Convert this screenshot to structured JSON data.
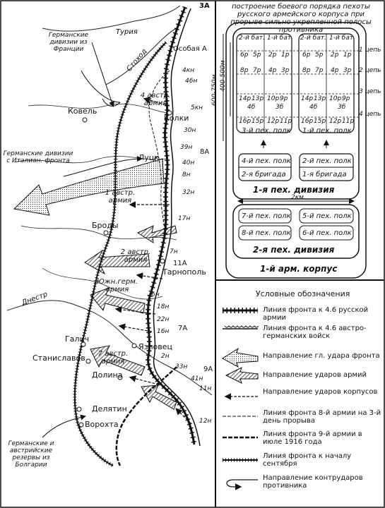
{
  "map_labels": {
    "army_3a": "3А",
    "army_special": "Особая А",
    "army_8a": "8А",
    "army_11a": "11А",
    "army_7a": "7А",
    "army_9a": "9А",
    "corps": [
      "4кн",
      "46н",
      "5кн",
      "30н",
      "39н",
      "40н",
      "8н",
      "32н",
      "17н",
      "7н",
      "6н",
      "18н",
      "22н",
      "16н",
      "2н",
      "33н",
      "41н",
      "11н",
      "12н"
    ],
    "kolki": "Колки",
    "kovel": "Ковель",
    "lutsk": "Луцк",
    "brody": "Броды",
    "ternopol": "Тарнополь",
    "galich": "Галич",
    "stanislavov": "Станиславов",
    "yazlovets": "Язловец",
    "dolina": "Долина",
    "delyatin": "Делятин",
    "varokhta": "Ворохта",
    "turiya": "Турия",
    "stokhod": "Стоход",
    "dnestr": "Днестр",
    "de_france": "Германские дивизии из Франции",
    "de_italy": "Германские дивизии с Италиан. фронта",
    "de_bulgaria": "Германские и австрийские резервы из Болгарии",
    "aa4": "4 австр. армия",
    "aa1": "1 австр. армия",
    "aa2": "2 австр. армия",
    "south": "Южн.герм. армия",
    "aa7": "7 австр. армия"
  },
  "formation": {
    "title": "построение боевого порядка пехоты русского армейского корпуса при прорыве сильно укрепленной полосы противника",
    "depth_label": "600-750м",
    "depth_label2": "400-500м",
    "width_label": "2км",
    "battalions": [
      "2-й бат.",
      "1-й бат.",
      "2-й бат.",
      "1-й бат."
    ],
    "companies_row1": [
      "6р",
      "5р",
      "2р",
      "1р",
      "6р",
      "5р",
      "2р",
      "1р"
    ],
    "companies_row2": [
      "8р",
      "7р",
      "4р",
      "3р",
      "8р",
      "7р",
      "4р",
      "3р"
    ],
    "companies_row3": [
      "14р",
      "13р",
      "10р",
      "9р",
      "14р",
      "13р",
      "10р",
      "9р"
    ],
    "battalions_b": [
      "4б",
      "3б",
      "4б",
      "3б"
    ],
    "companies_row4": [
      "16р",
      "15р",
      "12р",
      "11р",
      "16р",
      "15р",
      "12р",
      "11р"
    ],
    "chains": [
      "1 цепь",
      "2 цепь",
      "3 цепь",
      "4 цепь"
    ],
    "regiment_3": "3-й пех. полк",
    "regiment_1": "1-й пех. полк",
    "regiment_4": "4-й пех. полк",
    "regiment_2": "2-й пех. полк",
    "brigade_2": "2-я бригада",
    "brigade_1": "1-я бригада",
    "division_1": "1-я пех. дивизия",
    "regiment_7": "7-й пех. полк",
    "regiment_5": "5-й пех. полк",
    "regiment_8": "8-й пех. полк",
    "regiment_6": "6-й пех. полк",
    "division_2": "2-я пех. дивизия",
    "corps": "1-й арм. корпус"
  },
  "legend": {
    "title": "Условные обозначения",
    "items": [
      "Линия фронта к 4.6 русской армии",
      "Линия фронта к 4.6 австро-германских войск",
      "Направление гл. удара фронта",
      "Направление ударов армий",
      "Направление ударов корпусов",
      "Линия фронта 8-й армии на 3-й день прорыва",
      "Линия фронта 9-й армии в июле 1916 года",
      "Линия фронта к началу сентября",
      "Направление контрударов противника"
    ]
  }
}
